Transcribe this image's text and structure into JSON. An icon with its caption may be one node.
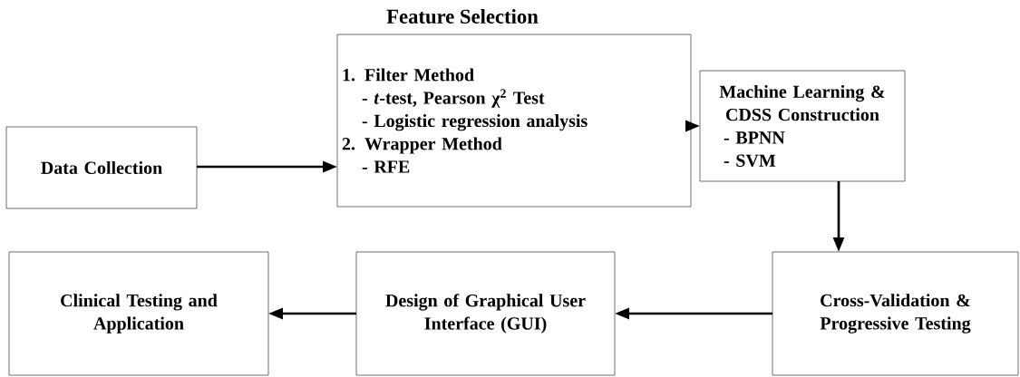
{
  "diagram": {
    "nodes": [
      {
        "text": [
          "Data Collection"
        ]
      },
      {
        "text": [
          "Feature Selection",
          "1. Filter Method",
          "- *t*-test, Pearson χ$^{2}$ Test",
          "- Logistic regression analysis",
          "2. Wrapper Method",
          "- RFE"
        ]
      },
      {
        "text": [
          "Machine Learning & CDSS Construction",
          "- BPNN",
          "- SVM"
        ]
      },
      {
        "text": [
          "Cross-Validation & Progressive Testing"
        ]
      },
      {
        "text": [
          "Design of Graphical User Interface (GUI)"
        ]
      },
      {
        "text": [
          "Clinical Testing and Application"
        ]
      }
    ],
    "edges": [
      {
        "from": 0,
        "to": 1,
        "arrow": "to"
      },
      {
        "from": 1,
        "to": 2,
        "arrow": "to"
      },
      {
        "from": 2,
        "to": 3,
        "arrow": "to"
      },
      {
        "from": 3,
        "to": 4,
        "arrow": "to"
      },
      {
        "from": 4,
        "to": 5,
        "arrow": "to"
      }
    ]
  }
}
